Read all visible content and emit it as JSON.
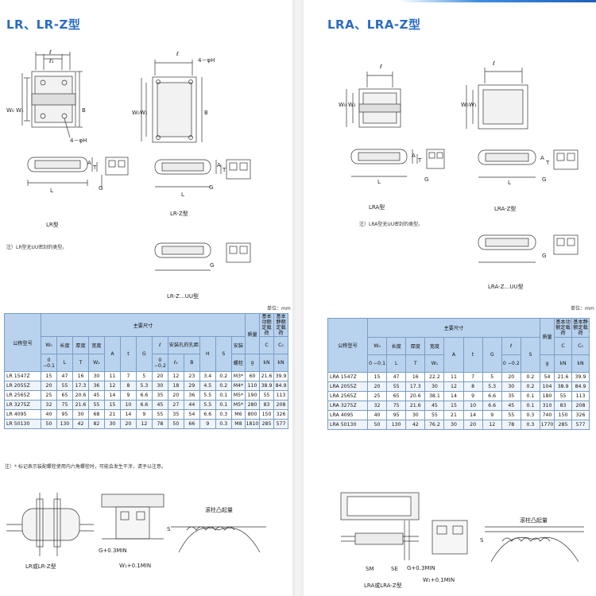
{
  "left": {
    "title": "LR、LR-Z型",
    "captions": {
      "lr": "LR型",
      "lrz": "LR-Z型",
      "lrzuu": "LR-Z…UU型",
      "bottom": "LR或LR-Z型"
    },
    "dims": {
      "l1": "ℓ₁",
      "l": "ℓ",
      "hole4": "4－φH",
      "w0": "W₀",
      "w1": "W₁",
      "b": "B",
      "t": "T",
      "a": "A",
      "g": "G",
      "L": "L",
      "s": "S"
    },
    "note": "注）LR型无UU密封的类型。",
    "unit": "单位：mm",
    "table": {
      "h_model": "公称型号",
      "h_main": "主要尺寸",
      "h_mass": "质量",
      "h_c": "基本动额定载荷",
      "h_c0": "基本静额定载荷",
      "h_w0": "W₀",
      "h_w0tol": "0 −0.1",
      "h_len": "长度",
      "h_thk": "厚度",
      "h_wid": "宽度",
      "h_l": "ℓ",
      "h_ltol": "0 −0.2",
      "h_holes": "安装孔的孔距",
      "h_mount": "安装",
      "h_L": "L",
      "h_T": "T",
      "h_W1": "W₁",
      "h_A": "A",
      "h_t": "t",
      "h_G": "G",
      "h_l1": "ℓ₁",
      "h_B": "B",
      "h_H": "H",
      "h_S": "S",
      "h_screw": "螺栓",
      "h_g": "g",
      "h_kn1": "kN",
      "h_kn2": "kN",
      "h_C": "C",
      "h_C0": "C₀",
      "rows": [
        [
          "LR 1547Z",
          "15",
          "47",
          "16",
          "30",
          "11",
          "7",
          "5",
          "20",
          "12",
          "23",
          "3.4",
          "0.2",
          "M3*",
          "60",
          "21.6",
          "39.9"
        ],
        [
          "LR 2055Z",
          "20",
          "55",
          "17.3",
          "36",
          "12",
          "8",
          "5.3",
          "30",
          "18",
          "29",
          "4.5",
          "0.2",
          "M4*",
          "110",
          "38.9",
          "84.9"
        ],
        [
          "LR 2565Z",
          "25",
          "65",
          "20.6",
          "45",
          "14",
          "9",
          "6.6",
          "35",
          "20",
          "36",
          "5.5",
          "0.1",
          "M5*",
          "190",
          "55",
          "113"
        ],
        [
          "LR 3275Z",
          "32",
          "75",
          "21.6",
          "55",
          "15",
          "10",
          "6.6",
          "45",
          "27",
          "44",
          "5.5",
          "0.1",
          "M5*",
          "280",
          "83",
          "208"
        ],
        [
          "LR 4095",
          "40",
          "95",
          "30",
          "68",
          "21",
          "14",
          "9",
          "55",
          "35",
          "54",
          "6.6",
          "0.3",
          "M6",
          "800",
          "150",
          "326"
        ],
        [
          "LR 50130",
          "50",
          "130",
          "42",
          "82",
          "30",
          "20",
          "12",
          "78",
          "50",
          "66",
          "9",
          "0.3",
          "M8",
          "1810",
          "285",
          "577"
        ]
      ]
    },
    "footnote": "注）* 标记表示装配螺栓使用内六角螺栓时，可能会发生干涉，请予以注意。",
    "bottom": {
      "g_min": "G+0.3MIN",
      "w1_min": "W₁+0.1MIN",
      "flatness": "滚柱凸起量",
      "s": "S"
    }
  },
  "right": {
    "title": "LRA、LRA-Z型",
    "captions": {
      "lra": "LRA型",
      "lraz": "LRA-Z型",
      "lrazuu": "LRA-Z…UU型",
      "bottom": "LRA或LRA-Z型"
    },
    "dims": {
      "l": "ℓ",
      "w0": "W₀",
      "w1": "W₁",
      "t": "T",
      "a": "A",
      "g": "G",
      "L": "L",
      "s": "S",
      "sm": "SM",
      "se": "SE"
    },
    "note": "注）LRA型无UU密封的类型。",
    "unit": "单位：mm",
    "table": {
      "h_model": "公称型号",
      "h_main": "主要尺寸",
      "h_mass": "质量",
      "h_c": "基本动额定载荷",
      "h_c0": "基本静额定载荷",
      "h_w0": "W₀",
      "h_w0tol": "0 −0.1",
      "h_len": "长度",
      "h_thk": "厚度",
      "h_wid": "宽度",
      "h_l": "ℓ",
      "h_ltol": "0 −0.2",
      "h_L": "L",
      "h_T": "T",
      "h_W1": "W₁",
      "h_A": "A",
      "h_t": "t",
      "h_G": "G",
      "h_S": "S",
      "h_g": "g",
      "h_kn1": "kN",
      "h_kn2": "kN",
      "h_C": "C",
      "h_C0": "C₀",
      "rows": [
        [
          "LRA 1547Z",
          "15",
          "47",
          "16",
          "22.2",
          "11",
          "7",
          "5",
          "20",
          "0.2",
          "54",
          "21.6",
          "39.9"
        ],
        [
          "LRA 2055Z",
          "20",
          "55",
          "17.3",
          "30",
          "12",
          "8",
          "5.3",
          "30",
          "0.2",
          "104",
          "38.9",
          "84.9"
        ],
        [
          "LRA 2565Z",
          "25",
          "65",
          "20.6",
          "38.1",
          "14",
          "9",
          "6.6",
          "35",
          "0.1",
          "180",
          "55",
          "113"
        ],
        [
          "LRA 3275Z",
          "32",
          "75",
          "21.6",
          "45",
          "15",
          "10",
          "6.6",
          "45",
          "0.1",
          "310",
          "83",
          "208"
        ],
        [
          "LRA 4095",
          "40",
          "95",
          "30",
          "55",
          "21",
          "14",
          "9",
          "55",
          "0.3",
          "740",
          "150",
          "326"
        ],
        [
          "LRA 50130",
          "50",
          "130",
          "42",
          "76.2",
          "30",
          "20",
          "12",
          "78",
          "0.3",
          "1770",
          "285",
          "577"
        ]
      ]
    },
    "bottom": {
      "g_min": "G+0.3MIN",
      "w1_min": "W₁+0.1MIN",
      "flatness": "滚柱凸起量",
      "s": "S"
    }
  }
}
